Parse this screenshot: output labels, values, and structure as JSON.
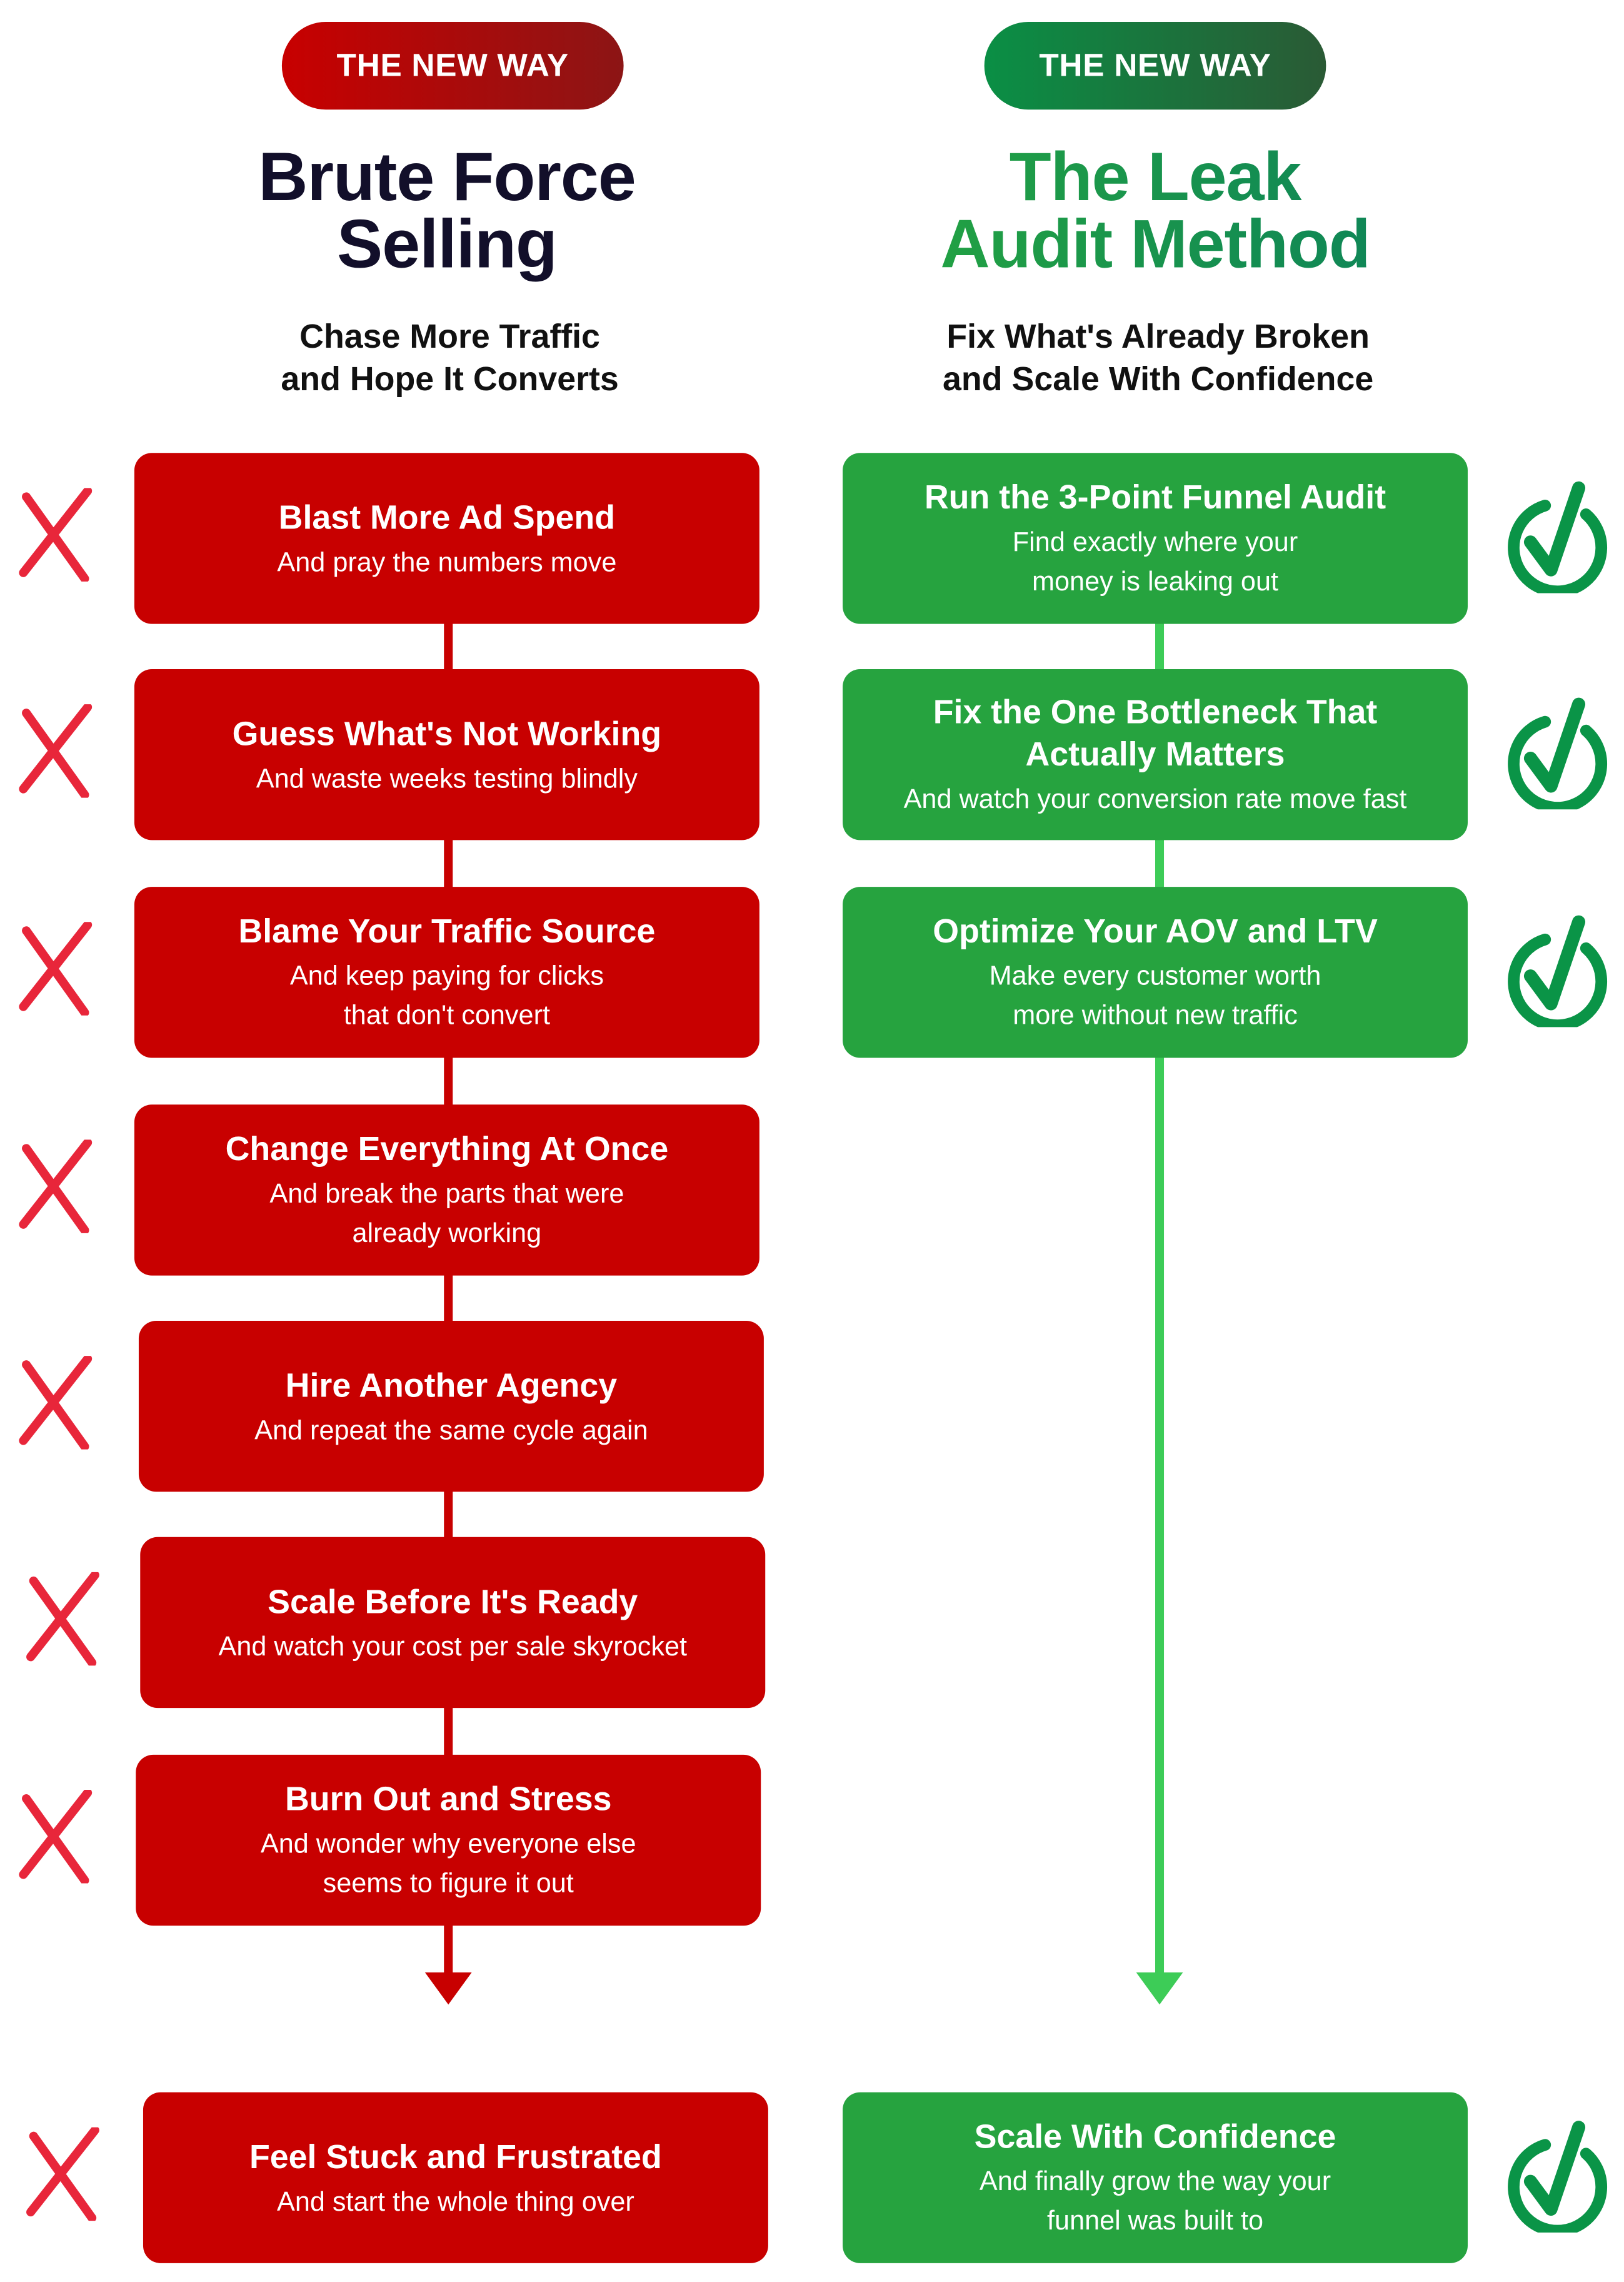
{
  "colors": {
    "red": "#c80000",
    "green": "#26a33f",
    "arrow_green": "#3dcc57",
    "x_icon": "#e8263a",
    "check_icon": "#0a9447"
  },
  "left": {
    "badge": "THE NEW WAY",
    "title": [
      "Brute Force",
      "Selling"
    ],
    "subtitle": [
      "Chase More Traffic",
      "and Hope It Converts"
    ],
    "steps": [
      {
        "title": [
          "Blast More Ad Spend"
        ],
        "desc": [
          "And pray the numbers move"
        ]
      },
      {
        "title": [
          "Guess What's Not Working"
        ],
        "desc": [
          "And waste weeks testing blindly"
        ]
      },
      {
        "title": [
          "Blame Your Traffic Source"
        ],
        "desc": [
          "And keep paying for clicks",
          "that don't convert"
        ]
      },
      {
        "title": [
          "Change Everything At Once"
        ],
        "desc": [
          "And break the parts that were",
          "already working"
        ]
      },
      {
        "title": [
          "Hire Another Agency"
        ],
        "desc": [
          "And repeat the same cycle again"
        ]
      },
      {
        "title": [
          "Scale Before It's Ready"
        ],
        "desc": [
          "And watch your cost per sale skyrocket"
        ]
      },
      {
        "title": [
          "Burn Out and Stress"
        ],
        "desc": [
          "And wonder why everyone else",
          "seems to figure it out"
        ]
      }
    ],
    "outcome": {
      "title": [
        "Feel Stuck and Frustrated"
      ],
      "desc": [
        "And start the whole thing over"
      ]
    }
  },
  "right": {
    "badge": "THE NEW WAY",
    "title": [
      "The Leak",
      "Audit Method"
    ],
    "subtitle": [
      "Fix What's Already Broken",
      "and Scale With Confidence"
    ],
    "steps": [
      {
        "title": [
          "Run the 3-Point Funnel Audit"
        ],
        "desc": [
          "Find exactly where your",
          "money is leaking out"
        ]
      },
      {
        "title": [
          "Fix the One Bottleneck That",
          "Actually Matters"
        ],
        "desc": [
          "And watch your conversion rate move fast"
        ]
      },
      {
        "title": [
          "Optimize Your AOV and LTV"
        ],
        "desc": [
          "Make every customer worth",
          "more without new traffic"
        ]
      }
    ],
    "outcome": {
      "title": [
        "Scale With Confidence"
      ],
      "desc": [
        "And finally grow the way your",
        "funnel was built to"
      ]
    }
  }
}
